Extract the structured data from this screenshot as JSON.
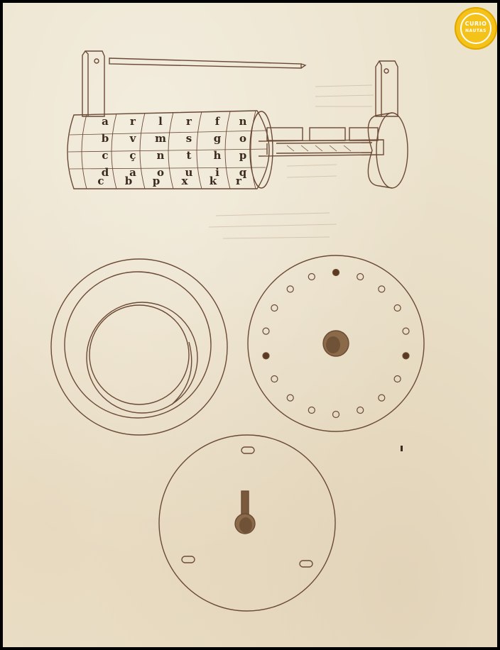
{
  "logo": {
    "name": "curionautas-logo",
    "line1": "CURIO",
    "line2": "NAUTAS",
    "color": "#f5c21a"
  },
  "cylinder": {
    "letters": [
      [
        "a",
        "r",
        "l",
        "r",
        "f",
        "n"
      ],
      [
        "b",
        "v",
        "m",
        "s",
        "g",
        "o"
      ],
      [
        "c",
        "ç",
        "n",
        "t",
        "h",
        "p"
      ],
      [
        "d",
        "a",
        "o",
        "u",
        "i",
        "q"
      ],
      [
        "c",
        "b",
        "p",
        "x",
        "k",
        "r"
      ]
    ]
  },
  "colors": {
    "ink": "#6b4a35",
    "parchment": "#ece3cd",
    "dot": "#5a3a22"
  }
}
